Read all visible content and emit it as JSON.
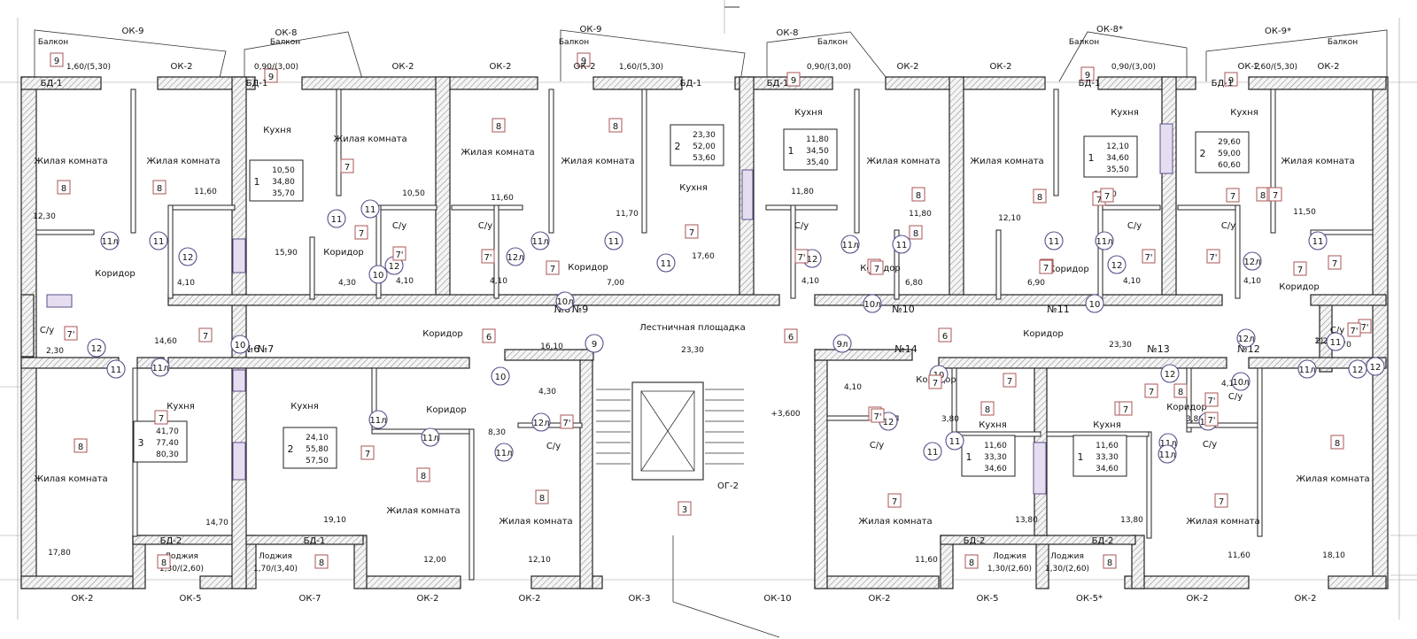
{
  "balconies": [
    {
      "window": "ОК-9",
      "label": "Балкон",
      "area": "1,60/(5,30)",
      "tag": "9"
    },
    {
      "window": "ОК-8",
      "label": "Балкон",
      "area": "0,90/(3,00)",
      "tag": "9"
    },
    {
      "window": "ОК-9",
      "label": "Балкон",
      "area": "1,60/(5,30)",
      "tag": "9"
    },
    {
      "window": "ОК-8",
      "label": "Балкон",
      "area": "0,90/(3,00)",
      "tag": "9"
    },
    {
      "window": "ОК-8*",
      "label": "Балкон",
      "area": "0,90/(3,00)",
      "tag": "9"
    },
    {
      "window": "ОК-9*",
      "label": "Балкон",
      "area": "1,60/(5,30)",
      "tag": "9"
    }
  ],
  "top_windows": [
    "ОК-2",
    "ОК-2",
    "ОК-2",
    "ОК-2",
    "ОК-2",
    "ОК-2",
    "ОК-2",
    "ОК-2"
  ],
  "top_doors": [
    "БД-1",
    "БД-1",
    "БД-1",
    "БД-1",
    "БД-1",
    "БД-1"
  ],
  "bottom_windows": [
    "ОК-2",
    "ОК-5",
    "ОК-7",
    "ОК-2",
    "ОК-2",
    "ОК-3",
    "ОК-10",
    "ОК-2",
    "ОК-5",
    "ОК-5*",
    "ОК-2",
    "ОК-2"
  ],
  "bottom_doors": [
    "БД-2",
    "БД-1",
    "БД-2",
    "БД-2"
  ],
  "loggias": [
    {
      "label": "Лоджия",
      "area": "1,30/(2,60)",
      "tag": "8"
    },
    {
      "label": "Лоджия",
      "area": "1,70/(3,40)",
      "tag": "8"
    },
    {
      "label": "Лоджия",
      "area": "1,30/(2,60)",
      "tag": "8"
    },
    {
      "label": "Лоджия",
      "area": "1,30/(2,60)",
      "tag": "8"
    }
  ],
  "apartments": [
    {
      "no": "№7",
      "rooms": "3",
      "areas": [
        "41,70",
        "77,40",
        "80,30"
      ]
    },
    {
      "no": "№8",
      "rooms": "1",
      "areas": [
        "10,50",
        "34,80",
        "35,70"
      ]
    },
    {
      "no": "№9",
      "rooms": "2",
      "areas": [
        "23,30",
        "52,00",
        "53,60"
      ]
    },
    {
      "no": "№10",
      "rooms": "1",
      "areas": [
        "11,80",
        "34,50",
        "35,40"
      ]
    },
    {
      "no": "№11",
      "rooms": "1",
      "areas": [
        "12,10",
        "34,60",
        "35,50"
      ]
    },
    {
      "no": "№12",
      "rooms": "2",
      "areas": [
        "29,60",
        "59,00",
        "60,60"
      ]
    },
    {
      "no": "№6",
      "rooms": "2",
      "areas": [
        "24,10",
        "55,80",
        "57,50"
      ]
    },
    {
      "no": "№14",
      "rooms": "1",
      "areas": [
        "11,60",
        "33,30",
        "34,60"
      ]
    },
    {
      "no": "№13",
      "rooms": "1",
      "areas": [
        "11,60",
        "33,30",
        "34,60"
      ]
    }
  ],
  "common": {
    "stair_landing": "Лестничная площадка",
    "stair_area": "23,30",
    "corridor": "Коридор",
    "elevation": "+3,600",
    "fire_door": "ОГ-2",
    "stair_tag": "3"
  },
  "room_names": {
    "living": "Жилая комната",
    "kitchen": "Кухня",
    "corridor": "Коридор",
    "bath": "С/у"
  },
  "areas_top": [
    "12,30",
    "11,60",
    "15,90",
    "10,50",
    "11,60",
    "11,70",
    "17,60",
    "11,80",
    "11,80",
    "12,10",
    "11,50",
    "11,50"
  ],
  "areas_mid": [
    "4,10",
    "4,30",
    "4,10",
    "4,10",
    "7,00",
    "4,10",
    "6,80",
    "6,90",
    "4,10",
    "4,10",
    "11,60",
    "14,60",
    "2,30",
    "16,10",
    "23,30",
    "18,70",
    "2,20"
  ],
  "areas_bot": [
    "17,80",
    "14,70",
    "19,10",
    "12,00",
    "12,10",
    "8,30",
    "4,30",
    "4,10",
    "3,80",
    "3,80",
    "4,10",
    "11,60",
    "13,80",
    "13,80",
    "11,60",
    "18,10"
  ],
  "door_tags": [
    "11л",
    "11",
    "11",
    "11",
    "11л",
    "11",
    "11",
    "11л",
    "11",
    "11",
    "11л",
    "11",
    "12",
    "12",
    "12л",
    "12",
    "12",
    "12л",
    "12",
    "12л",
    "12",
    "12",
    "10",
    "10л",
    "10л",
    "10",
    "10",
    "10",
    "10л",
    "9",
    "9л",
    "10",
    "11л",
    "11л",
    "11л",
    "11",
    "11",
    "11л",
    "11л",
    "12л",
    "12",
    "12л",
    "11",
    "11л",
    "11л",
    "11",
    "12",
    "12",
    "11л",
    "10л"
  ],
  "finish_tags": [
    "8",
    "8",
    "7",
    "8",
    "8",
    "8",
    "7",
    "7",
    "7",
    "7",
    "8",
    "8",
    "7",
    "8",
    "8",
    "7",
    "7",
    "7",
    "7",
    "7",
    "6",
    "6",
    "6",
    "7",
    "7",
    "7",
    "8",
    "8",
    "8",
    "8",
    "8",
    "7",
    "7",
    "7",
    "7",
    "8",
    "8",
    "7",
    "7",
    "7",
    "7",
    "7",
    "7",
    "7"
  ],
  "bath_tags": [
    "7'",
    "7'",
    "7'",
    "7'",
    "7'",
    "7'",
    "7'",
    "7'",
    "7'",
    "7'",
    "7'",
    "7'"
  ]
}
